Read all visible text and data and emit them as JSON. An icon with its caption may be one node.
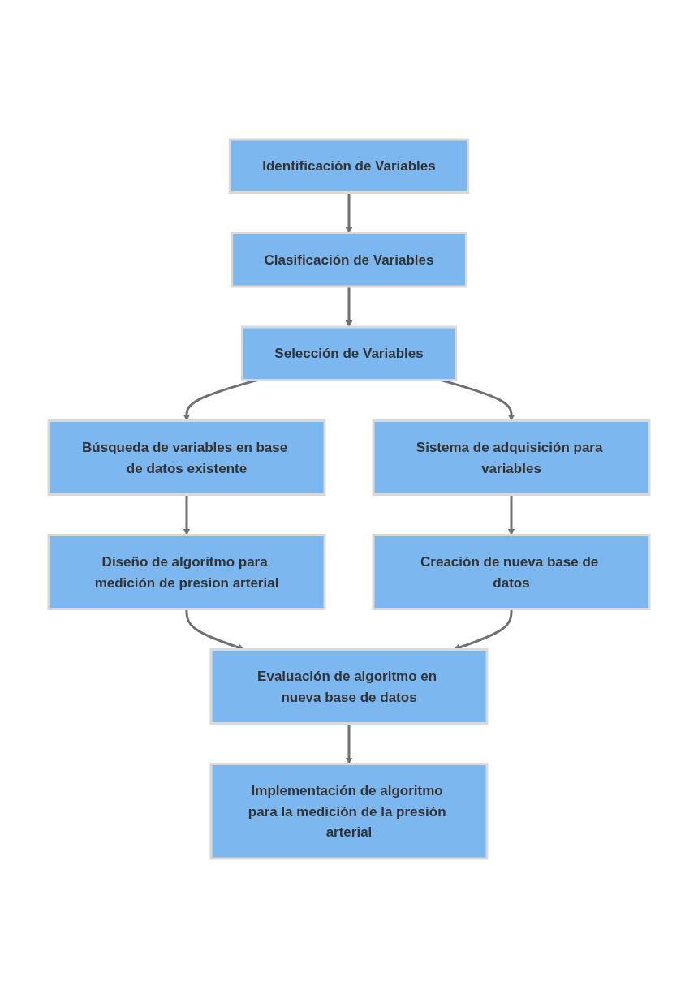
{
  "diagram": {
    "nodes": [
      {
        "text": [
          "Identificación de Variables"
        ]
      },
      {
        "text": [
          "Clasificación de Variables"
        ]
      },
      {
        "text": [
          "Selección de Variables"
        ]
      },
      {
        "text": [
          "Búsqueda de variables en base de datos existente"
        ]
      },
      {
        "text": [
          "Sistema de adquisición para variables"
        ]
      },
      {
        "text": [
          "Diseño de algoritmo para medición de presion arterial"
        ]
      },
      {
        "text": [
          "Creación de nueva base de datos"
        ]
      },
      {
        "text": [
          "Evaluación de algoritmo en nueva base de datos"
        ]
      },
      {
        "text": [
          "Implementación de algoritmo para la medición de la presión arterial"
        ]
      }
    ],
    "edges": [
      {
        "from": 0,
        "to": 1,
        "arrow": "to"
      },
      {
        "from": 1,
        "to": 2,
        "arrow": "to"
      },
      {
        "from": 2,
        "to": 3,
        "arrow": "to"
      },
      {
        "from": 2,
        "to": 4,
        "arrow": "to"
      },
      {
        "from": 3,
        "to": 5,
        "arrow": "to"
      },
      {
        "from": 4,
        "to": 6,
        "arrow": "to"
      },
      {
        "from": 5,
        "to": 7,
        "arrow": "to"
      },
      {
        "from": 6,
        "to": 7,
        "arrow": "to"
      },
      {
        "from": 7,
        "to": 8,
        "arrow": "to"
      }
    ]
  }
}
